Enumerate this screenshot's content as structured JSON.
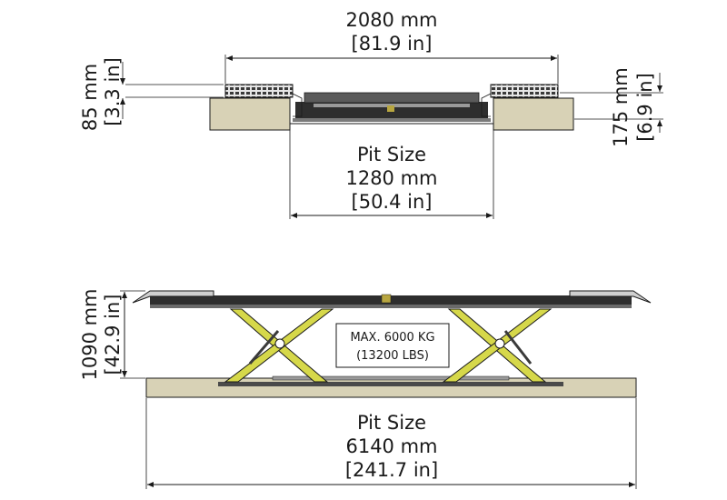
{
  "top_view": {
    "width_mm": "2080 mm",
    "width_in": "[81.9 in]",
    "left_height_mm": "85 mm",
    "left_height_in": "[3.3 in]",
    "right_height_mm": "175 mm",
    "right_height_in": "[6.9 in]",
    "pit_label": "Pit Size",
    "pit_mm": "1280 mm",
    "pit_in": "[50.4 in]"
  },
  "side_view": {
    "height_mm": "1090 mm",
    "height_in": "[42.9 in]",
    "capacity_kg": "MAX. 6000 KG",
    "capacity_lbs": "(13200 LBS)",
    "pit_label": "Pit Size",
    "pit_mm": "6140 mm",
    "pit_in": "[241.7 in]"
  },
  "colors": {
    "floor": "#d8d2b6",
    "scissor": "#d6d84a",
    "platform": "#2e2e2e",
    "dimension_line": "#1a1a1a"
  }
}
